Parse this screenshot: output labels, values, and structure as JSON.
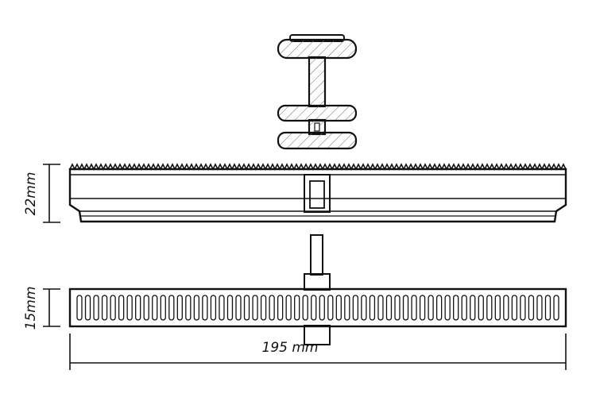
{
  "dimensions": {
    "top_height": "22mm",
    "bottom_height": "15mm",
    "length": "195 mm"
  },
  "colors": {
    "line": "#111111",
    "hatch": "#777777",
    "background": "#ffffff"
  },
  "profile": {
    "hatched": true
  },
  "bottom_view": {
    "slot_count": 58
  }
}
